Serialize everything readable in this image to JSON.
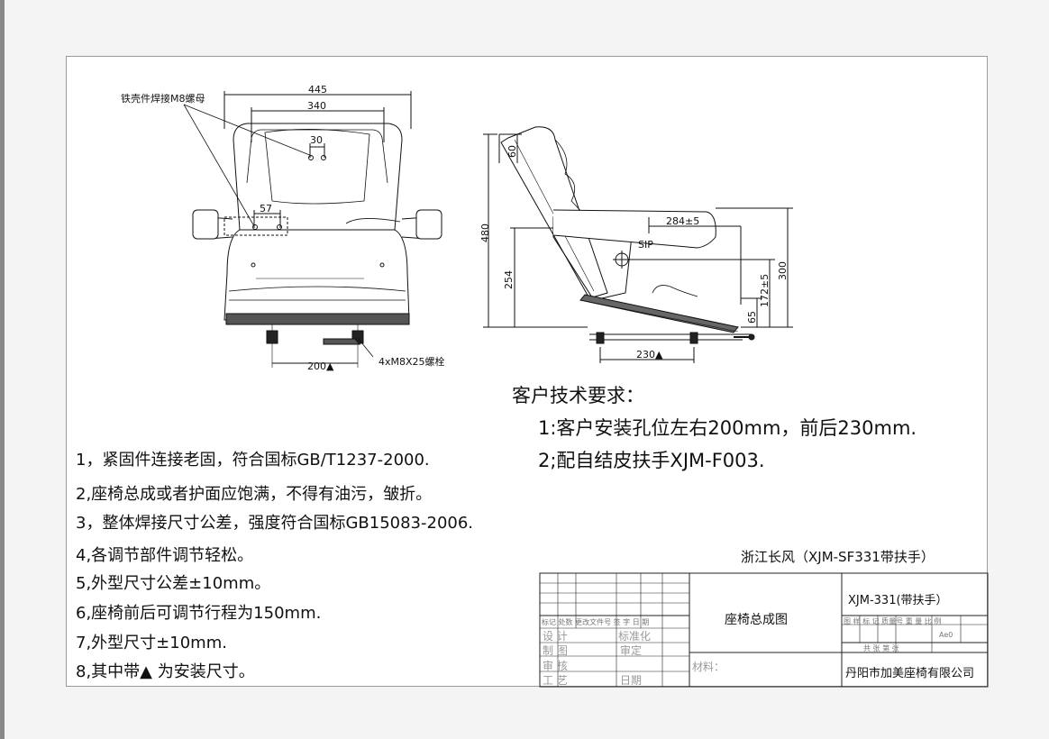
{
  "front_view": {
    "dim_445": "445",
    "dim_340": "340",
    "dim_30": "30",
    "dim_57": "57",
    "dim_200": "200▲",
    "label_nut": "铁壳件焊接M8螺母",
    "label_bolt": "4xM8X25螺栓"
  },
  "side_view": {
    "dim_60": "60",
    "dim_480": "480",
    "dim_254": "254",
    "dim_284": "284±5",
    "label_sip": "SIP",
    "dim_300": "300",
    "dim_172": "172±5",
    "dim_65": "65",
    "dim_230": "230▲"
  },
  "customer_requirements": {
    "title": "客户技术要求：",
    "items": [
      "1:客户安装孔位左右200mm，前后230mm.",
      "2;配自结皮扶手XJM-F003."
    ]
  },
  "notes": [
    "1，紧固件连接老固，符合国标GB/T1237-2000.",
    "2,座椅总成或者护面应饱满，不得有油污，皱折。",
    "3，整体焊接尺寸公差，强度符合国标GB15083-2006.",
    "4,各调节部件调节轻松。",
    "5,外型尺寸公差±10mm。",
    "6,座椅前后可调节行程为150mm.",
    "7,外型尺寸±10mm.",
    "8,其中带▲ 为安装尺寸。"
  ],
  "title_block": {
    "header": "浙江长风（XJM-SF331带扶手）",
    "drawing_name": "座椅总成图",
    "model": "XJM-331(带扶手）",
    "material_label": "材料：",
    "company": "丹阳市加美座椅有限公司",
    "rev_header": "标记 处数   更改文件号  签 字  日 期",
    "row_design": "设  计",
    "row_standard": "标准化",
    "row_draw": "制  图",
    "row_review": "审定",
    "row_check": "审  核",
    "row_process": "工  艺",
    "row_date": "日期",
    "stage_header": "图  样  标  记    质量号   重 量   比 例",
    "stage_code": "Ae0",
    "sheet_row": "共      张      第      张"
  }
}
